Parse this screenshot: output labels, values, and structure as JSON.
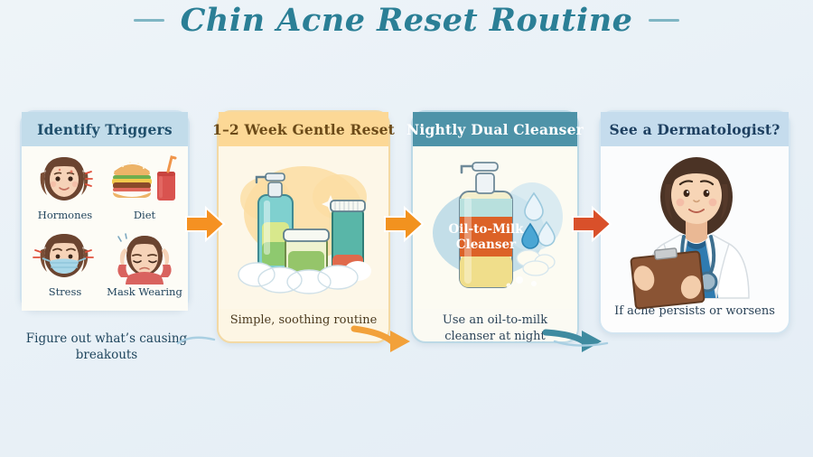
{
  "title": {
    "text": "Chin Acne Reset Routine",
    "color": "#2b7f96"
  },
  "panels": [
    {
      "id": "p1",
      "header": "Identify Triggers",
      "header_bg": "#c2dcea",
      "header_color": "#1f4e6b",
      "caption": "Figure out what’s causing breakouts",
      "caption_position": "below-card",
      "items": [
        {
          "label": "Hormones",
          "icon": "female-face-icon"
        },
        {
          "label": "Diet",
          "icon": "burger-and-drink-icon"
        },
        {
          "label": "Stress",
          "icon": "masked-face-icon"
        },
        {
          "label": "Mask Wearing",
          "icon": "frustrated-face-icon"
        }
      ]
    },
    {
      "id": "p2",
      "header": "1–2 Week Gentle Reset",
      "header_bg": "#fcd896",
      "header_color": "#6b4a18",
      "caption": "Simple, soothing routine",
      "caption_position": "inside",
      "illustration": "skincare-products-icon"
    },
    {
      "id": "p3",
      "header": "Nightly Dual Cleanser",
      "header_bg": "#4e93a8",
      "header_color": "#ffffff",
      "caption": "Use an oil-to-milk cleanser at night",
      "caption_position": "inside",
      "illustration": "cleanser-pump-bottle-icon",
      "bottle_label": "Oil-to-Milk Cleanser"
    },
    {
      "id": "p4",
      "header": "See a Dermatologist?",
      "header_bg": "#c5dced",
      "header_color": "#1d3f60",
      "caption": "If acne persists or worsens",
      "caption_position": "inside",
      "illustration": "doctor-with-clipboard-icon"
    }
  ],
  "arrows": [
    {
      "name": "arrow-1-to-2",
      "color": "#f59122",
      "style": "straight"
    },
    {
      "name": "arrow-2-to-3",
      "color": "#f2921f",
      "style": "straight"
    },
    {
      "name": "arrow-3-to-4",
      "color": "#d9502a",
      "style": "straight"
    },
    {
      "name": "curved-arrow-2-to-3-lower",
      "color": "#f2a13a",
      "style": "curved"
    },
    {
      "name": "curved-arrow-3-to-4-lower",
      "color": "#3f8ba0",
      "style": "curved"
    }
  ],
  "palette": {
    "background": "#eaf1f7",
    "teal": "#2b7f96",
    "orange": "#f59122",
    "red_orange": "#d9502a",
    "cream": "#fdf7e8",
    "navy_text": "#1f4e6b"
  }
}
